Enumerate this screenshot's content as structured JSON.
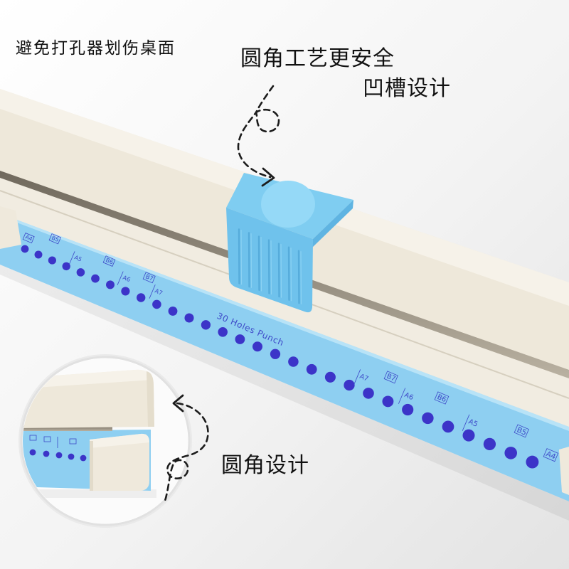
{
  "captions": {
    "desk_protection": "避免打孔器划伤桌面",
    "rounded_safety": "圆角工艺更安全",
    "groove_design": "凹槽设计",
    "rounded_design": "圆角设计"
  },
  "ruler": {
    "title": "30 Holes Punch",
    "left_size_labels": [
      {
        "text": "A4",
        "boxed": true
      },
      {
        "text": "B5",
        "boxed": true
      },
      {
        "text": "A5",
        "boxed": false
      },
      {
        "text": "B6",
        "boxed": true
      },
      {
        "text": "A6",
        "boxed": false
      },
      {
        "text": "B7",
        "boxed": true
      },
      {
        "text": "A7",
        "boxed": false
      }
    ],
    "right_size_labels": [
      {
        "text": "A7",
        "boxed": false
      },
      {
        "text": "B7",
        "boxed": true
      },
      {
        "text": "A6",
        "boxed": false
      },
      {
        "text": "B6",
        "boxed": true
      },
      {
        "text": "A5",
        "boxed": false
      },
      {
        "text": "B5",
        "boxed": true
      },
      {
        "text": "A4",
        "boxed": true
      }
    ]
  },
  "colors": {
    "housing": "#eee8da",
    "housing_top": "#f6f2e9",
    "base": "#f1ece1",
    "ruler": "#8ecff1",
    "holes": "#3c34c8",
    "slider": "#6fc2ec",
    "slider_top": "#7fcdf1",
    "label_ink": "#3d49c8",
    "arrow_ink": "#1c1c1c"
  }
}
